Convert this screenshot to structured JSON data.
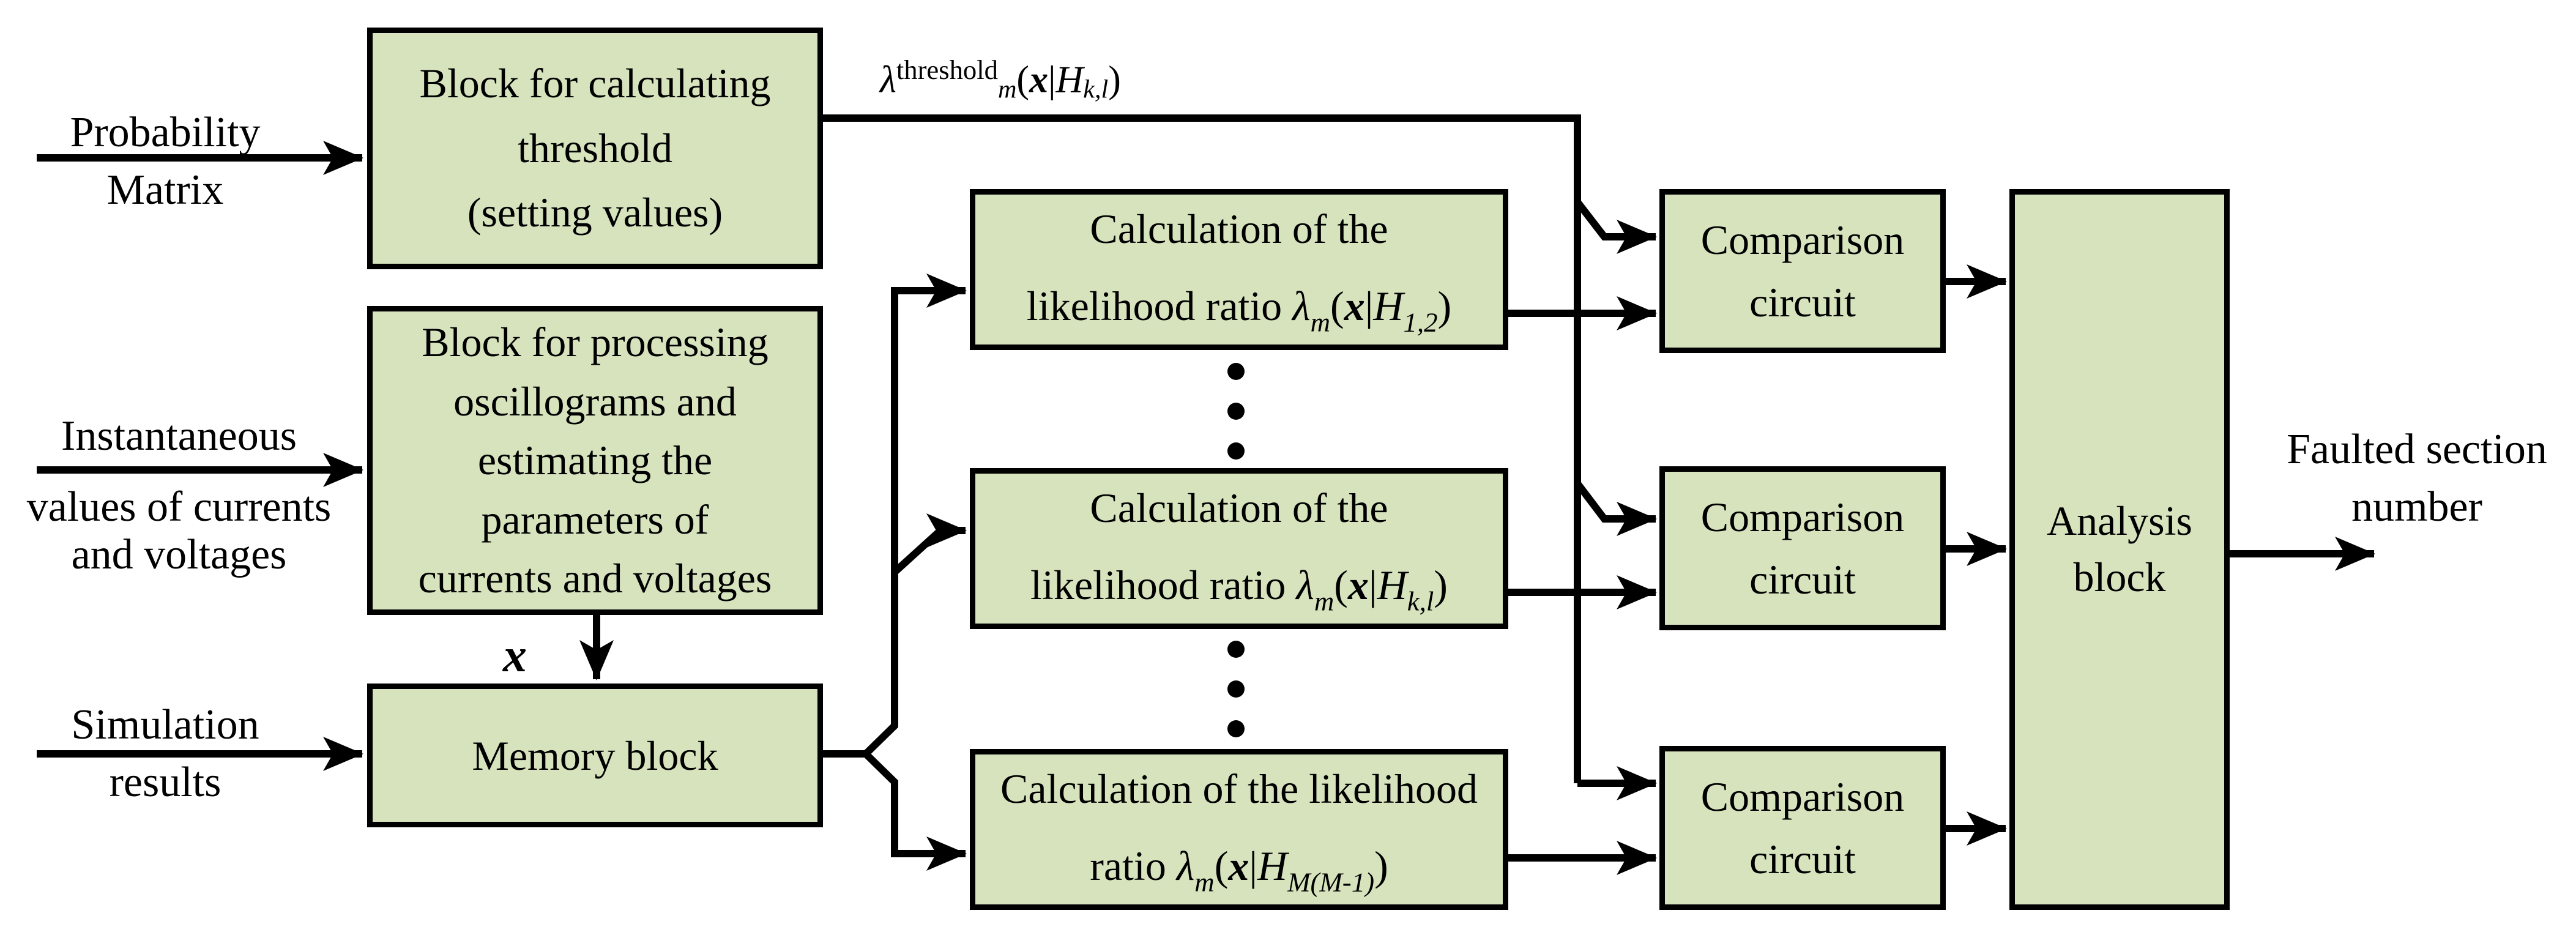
{
  "colors": {
    "block_fill": "#d6e3bd",
    "block_border": "#000000",
    "line": "#000000",
    "background": "#ffffff"
  },
  "inputs": [
    {
      "id": "probability-matrix",
      "lines": [
        "Probability",
        "Matrix"
      ]
    },
    {
      "id": "instantaneous-values",
      "lines": [
        "Instantaneous",
        "values of currents",
        "and voltages"
      ]
    },
    {
      "id": "simulation-results",
      "lines": [
        "Simulation",
        "results"
      ]
    }
  ],
  "blocks": {
    "threshold": {
      "lines": [
        "Block for calculating",
        "threshold",
        "(setting values)"
      ]
    },
    "processing": {
      "lines": [
        "Block for processing",
        "oscillograms and",
        "estimating the",
        "parameters of",
        "currents and voltages"
      ]
    },
    "memory": {
      "label": "Memory block"
    },
    "likelihood": [
      {
        "line1": "Calculation of the",
        "prefix": "likelihood ratio ",
        "lambda": "λ",
        "lambda_sub": "m",
        "open": "(",
        "x": "x",
        "bar": "|",
        "H": "H",
        "H_sub": "1,2",
        "close": ")"
      },
      {
        "line1": "Calculation of the",
        "prefix": "likelihood ratio ",
        "lambda": "λ",
        "lambda_sub": "m",
        "open": "(",
        "x": "x",
        "bar": "|",
        "H": "H",
        "H_sub": "k,l",
        "close": ")"
      },
      {
        "line1": "Calculation of the likelihood",
        "prefix": "ratio ",
        "lambda": "λ",
        "lambda_sub": "m",
        "open": "(",
        "x": "x",
        "bar": "|",
        "H": "H",
        "H_sub": "M(M-1)",
        "close": ")"
      }
    ],
    "comparison": [
      {
        "lines": [
          "Comparison",
          "circuit"
        ]
      },
      {
        "lines": [
          "Comparison",
          "circuit"
        ]
      },
      {
        "lines": [
          "Comparison",
          "circuit"
        ]
      }
    ],
    "analysis": {
      "lines": [
        "Analysis",
        "block"
      ]
    }
  },
  "signals": {
    "x_label": "x",
    "threshold_label": {
      "lambda": "λ",
      "sup": "threshold",
      "sub": "m",
      "open": "(",
      "x": "x",
      "bar": "|",
      "H": "H",
      "H_sub": "k,l",
      "close": ")"
    }
  },
  "output": {
    "lines": [
      "Faulted section",
      "number"
    ]
  }
}
